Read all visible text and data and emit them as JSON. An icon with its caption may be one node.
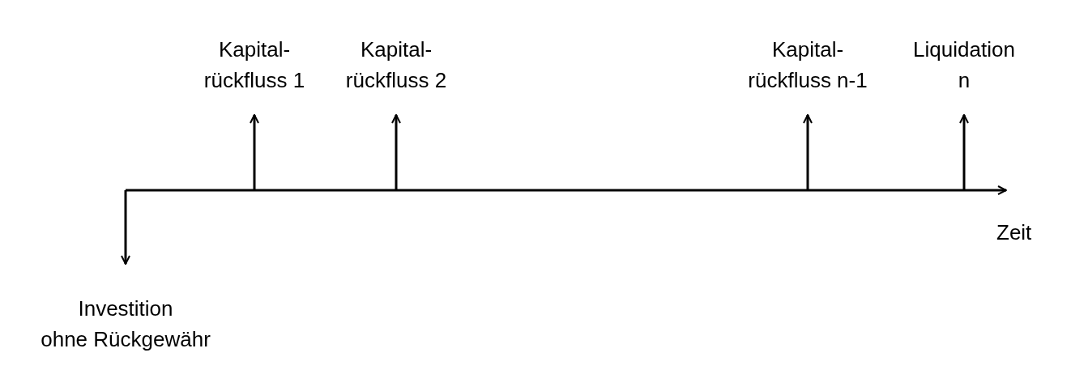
{
  "diagram": {
    "nodes": [
      {
        "text": [
          "Kapital- rückfluss 1"
        ]
      },
      {
        "text": [
          "Kapital- rückfluss 2"
        ]
      },
      {
        "text": [
          "Kapital- rückfluss n-1"
        ]
      },
      {
        "text": [
          "Liquidation n"
        ]
      },
      {
        "text": [
          "Investition ohne Rückgewähr"
        ]
      }
    ],
    "edges": [
      {
        "from": null,
        "to": 0,
        "arrow": "to"
      },
      {
        "from": null,
        "to": 1,
        "arrow": "to"
      },
      {
        "from": null,
        "to": 2,
        "arrow": "to"
      },
      {
        "from": null,
        "to": 3,
        "arrow": "to"
      },
      {
        "from": null,
        "to": 4,
        "arrow": "to"
      }
    ],
    "labels": [
      "Zeit"
    ]
  }
}
